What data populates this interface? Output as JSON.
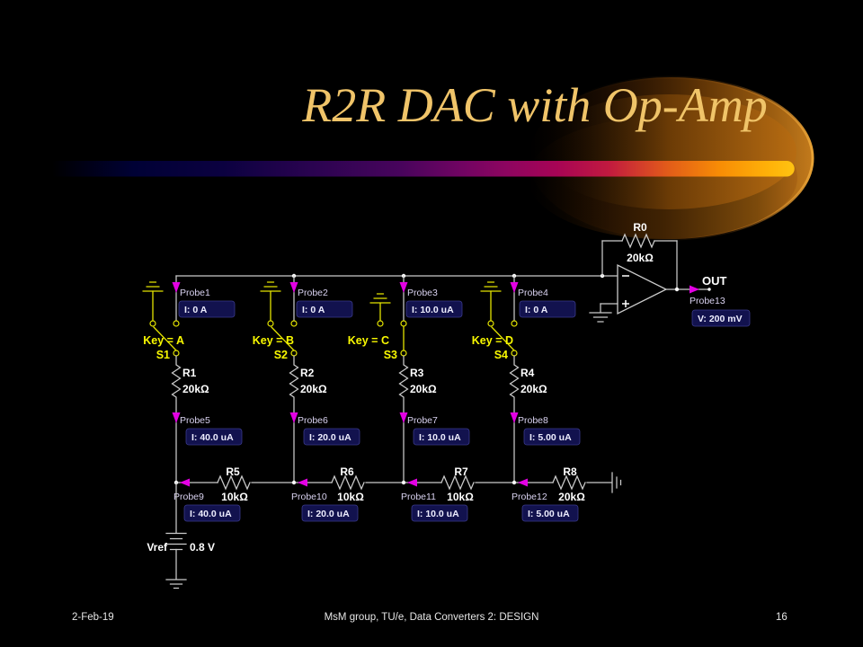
{
  "slide": {
    "title": "R2R DAC with Op-Amp",
    "footer": {
      "date": "2-Feb-19",
      "center": "MsM group, TU/e, Data Converters 2: DESIGN",
      "page": "16"
    }
  },
  "colors": {
    "background": "#000000",
    "title_gold": "#F0C469",
    "wire": "#CBCBCB",
    "switch_yellow": "#E4E400",
    "key_label_yellow": "#F8F800",
    "probe_label": "#D9D2F0",
    "probe_arrow_magenta": "#E300E3",
    "value_box_bg": "#12124E",
    "value_box_text": "#EEEEFF",
    "component_label": "#FFFFFF",
    "swoosh_bar_end": "#FFC312",
    "swoosh_glow": "#C27A1C"
  },
  "circuit": {
    "branches": [
      {
        "key": "Key = A",
        "sw": "S1",
        "probe_top": "Probe1",
        "probe_top_value": "I: 0 A",
        "res": "R1",
        "res_value": "20kΩ",
        "probe_mid": "Probe5",
        "probe_mid_value": "I: 40.0 uA",
        "probe_bus": "Probe9",
        "probe_bus_value": "I: 40.0 uA",
        "bus_res": "R5",
        "bus_res_value": "10kΩ"
      },
      {
        "key": "Key = B",
        "sw": "S2",
        "probe_top": "Probe2",
        "probe_top_value": "I: 0 A",
        "res": "R2",
        "res_value": "20kΩ",
        "probe_mid": "Probe6",
        "probe_mid_value": "I: 20.0 uA",
        "probe_bus": "Probe10",
        "probe_bus_value": "I: 20.0 uA",
        "bus_res": "R6",
        "bus_res_value": "10kΩ"
      },
      {
        "key": "Key = C",
        "sw": "S3",
        "probe_top": "Probe3",
        "probe_top_value": "I: 10.0 uA",
        "res": "R3",
        "res_value": "20kΩ",
        "probe_mid": "Probe7",
        "probe_mid_value": "I: 10.0 uA",
        "probe_bus": "Probe11",
        "probe_bus_value": "I: 10.0 uA",
        "bus_res": "R7",
        "bus_res_value": "10kΩ"
      },
      {
        "key": "Key = D",
        "sw": "S4",
        "probe_top": "Probe4",
        "probe_top_value": "I: 0 A",
        "res": "R4",
        "res_value": "20kΩ",
        "probe_mid": "Probe8",
        "probe_mid_value": "I: 5.00 uA",
        "probe_bus": "Probe12",
        "probe_bus_value": "I: 5.00 uA",
        "bus_res": "R8",
        "bus_res_value": "20kΩ"
      }
    ],
    "feedback": {
      "name": "R0",
      "value": "20kΩ"
    },
    "output": {
      "net": "OUT",
      "probe": "Probe13",
      "value": "V: 200 mV"
    },
    "source": {
      "name": "Vref",
      "value": "0.8 V"
    }
  }
}
